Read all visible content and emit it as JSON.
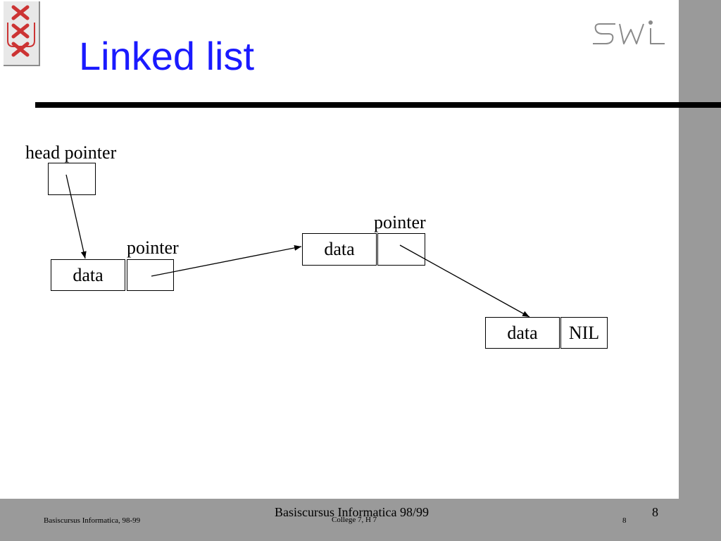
{
  "slide": {
    "title": "Linked list",
    "brand_logo_text": "SWI",
    "colors": {
      "title": "#1a1aff",
      "band": "#9a9a9a",
      "logo_red": "#cc3333"
    }
  },
  "diagram": {
    "head_label": "head pointer",
    "nodes": [
      {
        "data_label": "data",
        "pointer_label": "pointer",
        "next": ""
      },
      {
        "data_label": "data",
        "pointer_label": "pointer",
        "next": ""
      },
      {
        "data_label": "data",
        "pointer_label": "",
        "next": "NIL"
      }
    ]
  },
  "footer": {
    "left": "Basiscursus Informatica, 98-99",
    "center_title": "Basiscursus Informatica 98/99",
    "center_sub": "College 7, H 7",
    "page_big": "8",
    "page_small": "8"
  }
}
